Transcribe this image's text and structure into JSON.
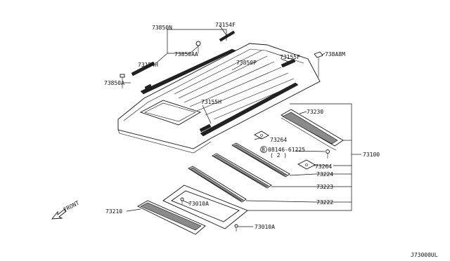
{
  "parts": {
    "p73850N": "73850N",
    "p73154F": "73154F",
    "p73850AA": "73850AA",
    "p73154H": "73154H",
    "p73155F": "73155F",
    "p738A8M": "738A8M",
    "p73850P": "73850P",
    "p73850A": "73850A",
    "p73155H": "73155H",
    "p73230": "73230",
    "p73264a": "73264",
    "p08146": "08146-61225",
    "p08146qty": "( 2 )",
    "p08146mark": "B",
    "p73264b": "73264",
    "p73100": "73100",
    "p73224": "73224",
    "p73223": "73223",
    "p73010Aa": "73010A",
    "p73222": "73222",
    "p73210": "73210",
    "p73010Ab": "73010A"
  },
  "front_label": "FRONT",
  "diagram_code": "J73000UL"
}
